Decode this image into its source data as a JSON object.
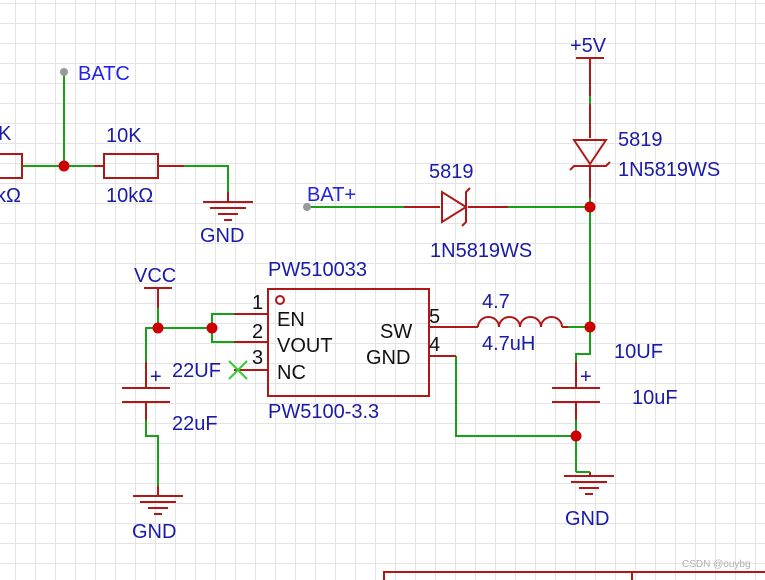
{
  "nets": {
    "batc": "BATC",
    "bat_plus": "BAT+",
    "vcc": "VCC",
    "plus5v": "+5V",
    "gnd_r": "GND",
    "gnd_left": "GND",
    "gnd_right": "GND"
  },
  "resistor_left": {
    "designator": "K",
    "value": "kΩ"
  },
  "resistor": {
    "designator": "10K",
    "value": "10kΩ"
  },
  "diode_top": {
    "designator": "5819",
    "value": "1N5819WS"
  },
  "diode_mid": {
    "designator": "5819",
    "value": "1N5819WS"
  },
  "ic": {
    "designator": "PW510033",
    "part": "PW5100-3.3",
    "pins": [
      {
        "num": "1",
        "name": "EN"
      },
      {
        "num": "2",
        "name": "VOUT"
      },
      {
        "num": "3",
        "name": "NC"
      },
      {
        "num": "5",
        "name": "SW"
      },
      {
        "num": "4",
        "name": "GND"
      }
    ]
  },
  "inductor": {
    "designator": "4.7",
    "value": "4.7uH"
  },
  "cap_left": {
    "designator": "22UF",
    "value": "22uF",
    "polarity": "+"
  },
  "cap_right": {
    "designator": "10UF",
    "value": "10uF",
    "polarity": "+"
  },
  "watermark": "CSDN @ouybg",
  "colors": {
    "wire": "#16a116",
    "component": "#b01818",
    "junction": "#cc0000",
    "label": "#1a1aa8",
    "net_label": "#2323e6",
    "no_connect": "#33cc33",
    "grid": "#e3e3e3"
  }
}
